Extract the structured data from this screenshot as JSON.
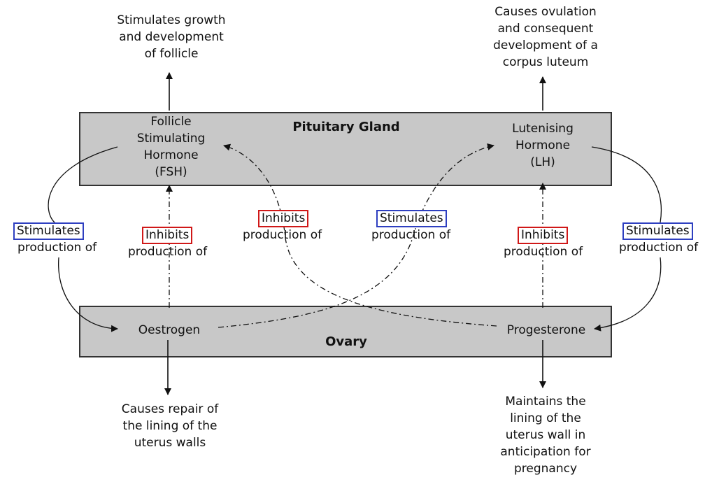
{
  "glands": {
    "pituitary": "Pituitary Gland",
    "ovary": "Ovary"
  },
  "hormones": {
    "fsh": "Follicle\nStimulating\nHormone\n(FSH)",
    "lh": "Lutenising\nHormone\n(LH)",
    "oestrogen": "Oestrogen",
    "progesterone": "Progesterone"
  },
  "effects": {
    "fsh": "Stimulates growth\nand development\nof follicle",
    "lh": "Causes ovulation\nand consequent\ndevelopment of a\ncorpus luteum",
    "oestrogen": "Causes repair of\nthe lining of the\nuterus walls",
    "progesterone": "Maintains the\nlining of the\nuterus wall in\nanticipation for\npregnancy"
  },
  "relations": {
    "left_outer": {
      "verb": "Stimulates",
      "rest": "production of",
      "kind": "stimulates"
    },
    "left_inner": {
      "verb": "Inhibits",
      "rest": "production of",
      "kind": "inhibits"
    },
    "center_left": {
      "verb": "Inhibits",
      "rest": "production of",
      "kind": "inhibits"
    },
    "center_right": {
      "verb": "Stimulates",
      "rest": "production of",
      "kind": "stimulates"
    },
    "right_inner": {
      "verb": "Inhibits",
      "rest": "production of",
      "kind": "inhibits"
    },
    "right_outer": {
      "verb": "Stimulates",
      "rest": "production of",
      "kind": "stimulates"
    }
  },
  "colors": {
    "gland_fill": "#c8c8c8",
    "inhibits_border": "#d01818",
    "stimulates_border": "#2e3fc0"
  }
}
